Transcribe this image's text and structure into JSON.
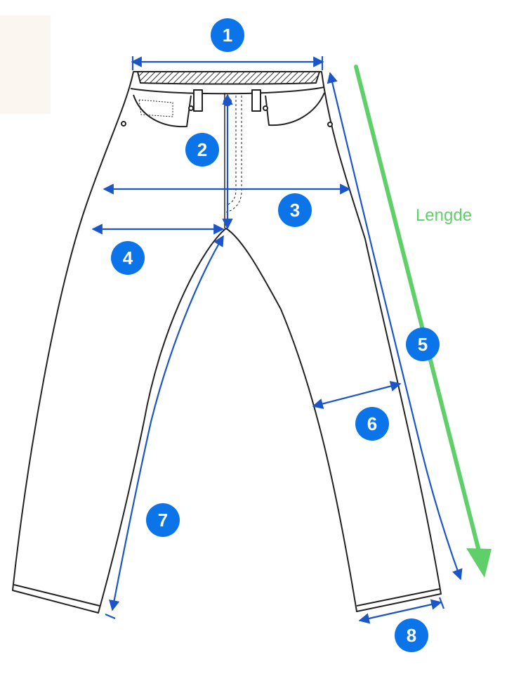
{
  "colors": {
    "measure_line": "#1a56c8",
    "badge_fill": "#0a74e8",
    "badge_text": "#ffffff",
    "length_arrow": "#5fd068",
    "outline": "#222222",
    "background": "#ffffff"
  },
  "badges": [
    {
      "number": "1",
      "measurement": "waist"
    },
    {
      "number": "2",
      "measurement": "front-rise"
    },
    {
      "number": "3",
      "measurement": "hip"
    },
    {
      "number": "4",
      "measurement": "thigh"
    },
    {
      "number": "5",
      "measurement": "outseam"
    },
    {
      "number": "6",
      "measurement": "knee"
    },
    {
      "number": "7",
      "measurement": "inseam"
    },
    {
      "number": "8",
      "measurement": "leg-opening"
    }
  ],
  "length_label": "Lengde"
}
